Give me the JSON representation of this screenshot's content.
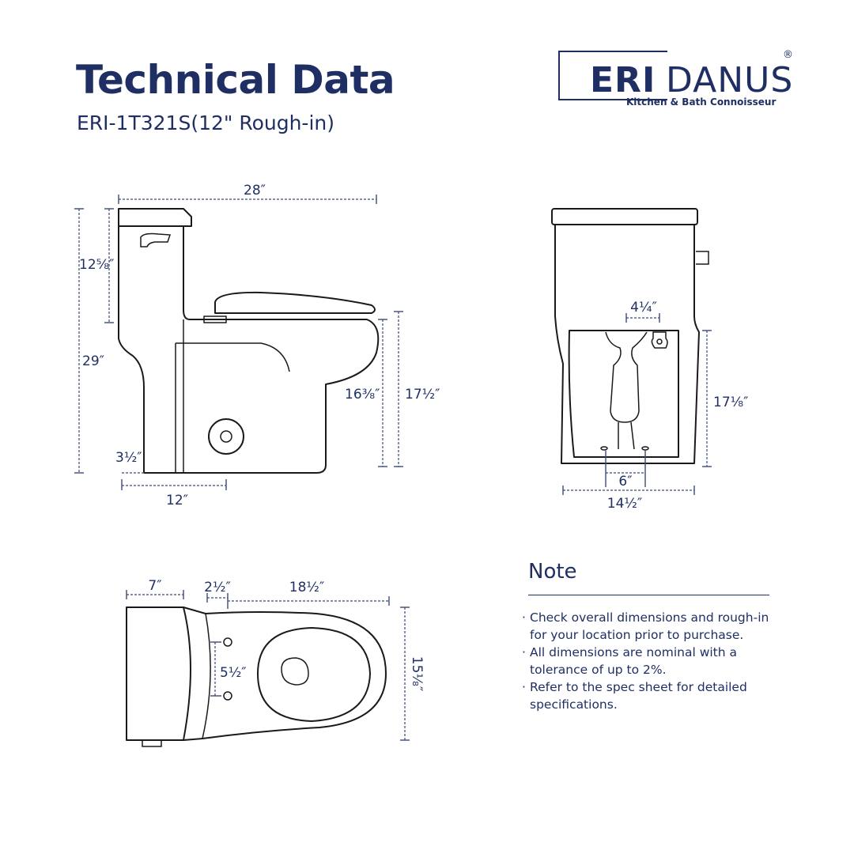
{
  "header": {
    "title": "Technical Data",
    "subtitle": "ERI-1T321S(12\" Rough-in)"
  },
  "logo": {
    "bold_part": "ERI",
    "light_part": "DANUS",
    "registered": "®",
    "tagline": "Kitchen & Bath Connoisseur"
  },
  "dimensions": {
    "side_view": {
      "overall_length": "28″",
      "tank_height": "12⅝″",
      "overall_height": "29″",
      "bowl_height": "16⅜″",
      "seat_height": "17½″",
      "base_offset": "3½″",
      "rough_in": "12″"
    },
    "front_view": {
      "supply_offset": "4¼″",
      "height": "17⅛″",
      "bolt_spacing": "6″",
      "width": "14½″"
    },
    "top_view": {
      "tank_depth": "7″",
      "gap": "2½″",
      "bowl_length": "18½″",
      "hole_spacing": "5½″",
      "width": "15⅛″"
    }
  },
  "note": {
    "heading": "Note",
    "items": [
      "Check overall dimensions and rough-in for your location prior to purchase.",
      "All dimensions are nominal with a tolerance of up to 2%.",
      "Refer to the spec sheet for detailed specifications."
    ]
  },
  "colors": {
    "brand_navy": "#1f2f63",
    "outline": "#1a1a1a",
    "dimension_line": "#3a4a7a"
  }
}
